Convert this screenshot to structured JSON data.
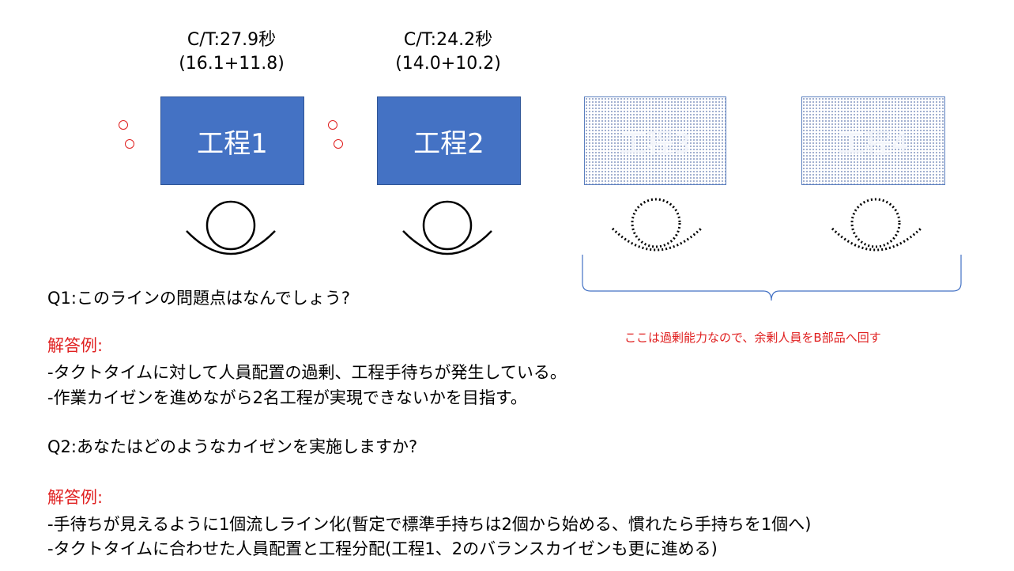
{
  "processes": [
    {
      "label": "工程1",
      "ct": "C/T:27.9秒",
      "breakdown": "(16.1+11.8)",
      "state": "active"
    },
    {
      "label": "工程2",
      "ct": "C/T:24.2秒",
      "breakdown": "(14.0+10.2)",
      "state": "active"
    },
    {
      "label": "工程3",
      "state": "surplus"
    },
    {
      "label": "工程4",
      "state": "surplus"
    }
  ],
  "surplus_note": "ここは過剰能力なので、余剰人員をB部品へ回す",
  "q1": {
    "question": "Q1:このラインの問題点はなんでしょう?",
    "answer_label": "解答例:",
    "answers": [
      "-タクトタイムに対して人員配置の過剰、工程手待ちが発生している。",
      "-作業カイゼンを進めながら2名工程が実現できないかを目指す。"
    ]
  },
  "q2": {
    "question": "Q2:あなたはどのようなカイゼンを実施しますか?",
    "answer_label": "解答例:",
    "answers": [
      "-手待ちが見えるように1個流しライン化(暫定で標準手持ちは2個から始める、慣れたら手持ちを1個へ)",
      "-タクトタイムに合わせた人員配置と工程分配(工程1、2のバランスカイゼンも更に進める)"
    ]
  },
  "colors": {
    "process_active": "#4472c4",
    "wip_marker": "#e02020",
    "answer_label": "#e02020",
    "brace": "#4472c4"
  }
}
